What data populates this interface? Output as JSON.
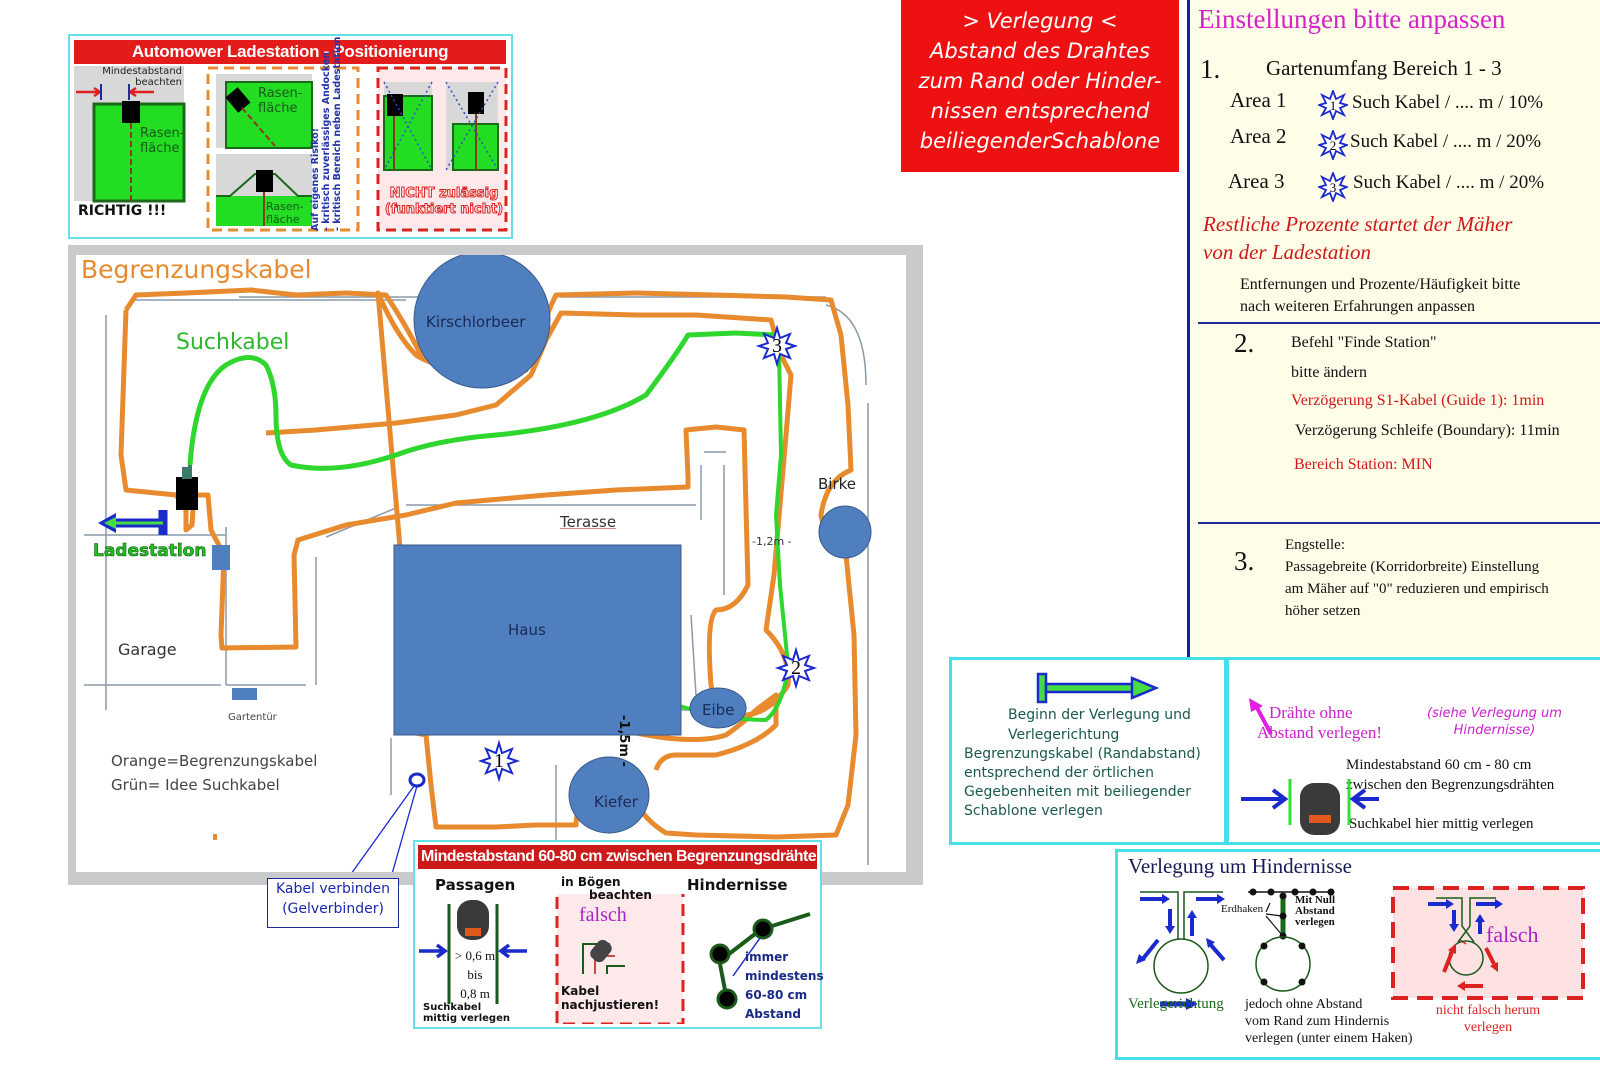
{
  "positioning": {
    "title": "Automower Ladestation - Positionierung",
    "mindestabstand": "Mindestabstand",
    "beachten": "beachten",
    "rasen1": "Rasen-",
    "rasen2": "fläche",
    "richtig": "RICHTIG !!!",
    "risk_lines": [
      "Auf eigenes Risiko!",
      "- kritisch zuverlässiges Andocken",
      "- kritisch Bereich neben Ladestation"
    ],
    "nicht1": "NICHT zulässig",
    "nicht2": "(funktiert nicht)"
  },
  "verlegung_box": {
    "lines": [
      "> Verlegung <",
      "Abstand des Drahtes",
      "zum Rand oder Hinder-",
      "nissen entsprechend",
      "beiliegenderSchablone"
    ]
  },
  "settings": {
    "title": "Einstellungen bitte anpassen",
    "s1": {
      "num": "1.",
      "heading": "Gartenumfang Bereich 1 - 3",
      "areas": [
        {
          "label": "Area 1",
          "star": "1",
          "text": "Such Kabel / .... m / 10%"
        },
        {
          "label": "Area 2",
          "star": "2",
          "text": "Such Kabel / .... m / 20%"
        },
        {
          "label": "Area 3",
          "star": "3",
          "text": "Such Kabel / .... m / 20%"
        }
      ],
      "rest1": "Restliche Prozente  startet der Mäher",
      "rest2": "von der Ladestation",
      "note1": "Entfernungen und Prozente/Häufigkeit bitte",
      "note2": "nach weiteren Erfahrungen anpassen"
    },
    "s2": {
      "num": "2.",
      "line1": "Befehl \"Finde Station\"",
      "line2": "bitte ändern",
      "line3": "Verzögerung S1-Kabel (Guide 1): 1min",
      "line4": "Verzögerung Schleife (Boundary): 11min",
      "line5": "Bereich Station: MIN"
    },
    "s3": {
      "num": "3.",
      "line1": "Engstelle:",
      "line2": "Passagebreite (Korridorbreite) Einstellung",
      "line3": "am Mäher auf \"0\" reduzieren und empirisch",
      "line4": "höher setzen"
    }
  },
  "map": {
    "title": "Begrenzungskabel",
    "suchkabel": "Suchkabel",
    "kirschlorbeer": "Kirschlorbeer",
    "terasse": "Terasse",
    "haus": "Haus",
    "birke": "Birke",
    "eibe": "Eibe",
    "kiefer": "Kiefer",
    "garage": "Garage",
    "gartentuer": "Gartentür",
    "ladestation": "Ladestation",
    "dist_12": "-1,2m -",
    "dist_15": "-1,5m -",
    "legend1": "Orange=Begrenzungskabel",
    "legend2": "Grün= Idee Suchkabel",
    "stars": [
      "1",
      "2",
      "3"
    ],
    "colors": {
      "boundary": "#e88a2e",
      "guide": "#2ed62e",
      "object": "#4f7fbf"
    }
  },
  "callout": {
    "line1": "Kabel verbinden",
    "line2": "(Gelverbinder)"
  },
  "abstand_panel": {
    "title": "Mindestabstand 60-80 cm zwischen Begrenzungsdrähten",
    "passagen": "Passagen",
    "p1": "> 0,6 m",
    "p2": "bis",
    "p3": "0,8 m",
    "such1": "Suchkabel",
    "such2": "mittig verlegen",
    "boegen1": "in Bögen",
    "boegen2": "beachten",
    "falsch": "falsch",
    "kabel1": "Kabel",
    "kabel2": "nachjustieren!",
    "hindernisse": "Hindernisse",
    "h1": "immer",
    "h2": "mindestens",
    "h3": "60-80 cm",
    "h4": "Abstand"
  },
  "beginn_panel": {
    "line1": "Beginn der Verlegung und",
    "line2": "Verlegerichtung",
    "line3": "Begrenzungskabel (Randabstand)",
    "line4": "entsprechend der örtlichen",
    "line5": "Gegebenheiten mit beiliegender",
    "line6": "Schablone verlegen"
  },
  "mindest_panel": {
    "draehte1": "Drähte ohne",
    "draehte2": "Abstand verlegen!",
    "siehe1": "(siehe Verlegung um",
    "siehe2": "Hindernisse)",
    "m1": "Mindestabstand 60 cm - 80 cm",
    "m2": "zwischen den Begrenzungsdrähten",
    "m3": "Suchkabel hier mittig verlegen"
  },
  "hinder_panel": {
    "title": "Verlegung um Hindernisse",
    "verlegerichtung": "Verlegerichtung",
    "erdhaken": "Erdhaken",
    "mitnull1": "Mit Null",
    "mitnull2": "Abstand",
    "mitnull3": "verlegen",
    "jedoch1": "jedoch ohne Abstand",
    "jedoch2": "vom Rand zum Hindernis",
    "jedoch3": "verlegen (unter einem Haken)",
    "falsch": "falsch",
    "nicht1": "nicht falsch herum",
    "nicht2": "verlegen"
  }
}
